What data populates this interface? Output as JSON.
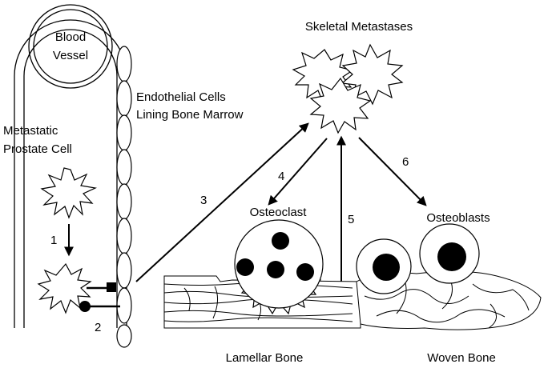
{
  "title": "Skeletal Metastases",
  "labels": {
    "vessel_line1": "Blood",
    "vessel_line2": "Vessel",
    "endothelial_line1": "Endothelial Cells",
    "endothelial_line2": "Lining Bone Marrow",
    "prostate_line1": "Metastatic",
    "prostate_line2": "Prostate Cell",
    "osteoclast": "Osteoclast",
    "osteoblasts": "Osteoblasts",
    "lamellar_bone": "Lamellar Bone",
    "woven_bone": "Woven Bone"
  },
  "steps": {
    "s1": "1",
    "s2": "2",
    "s3": "3",
    "s4": "4",
    "s5": "5",
    "s6": "6"
  },
  "colors": {
    "ink": "#000000",
    "background": "#ffffff"
  }
}
